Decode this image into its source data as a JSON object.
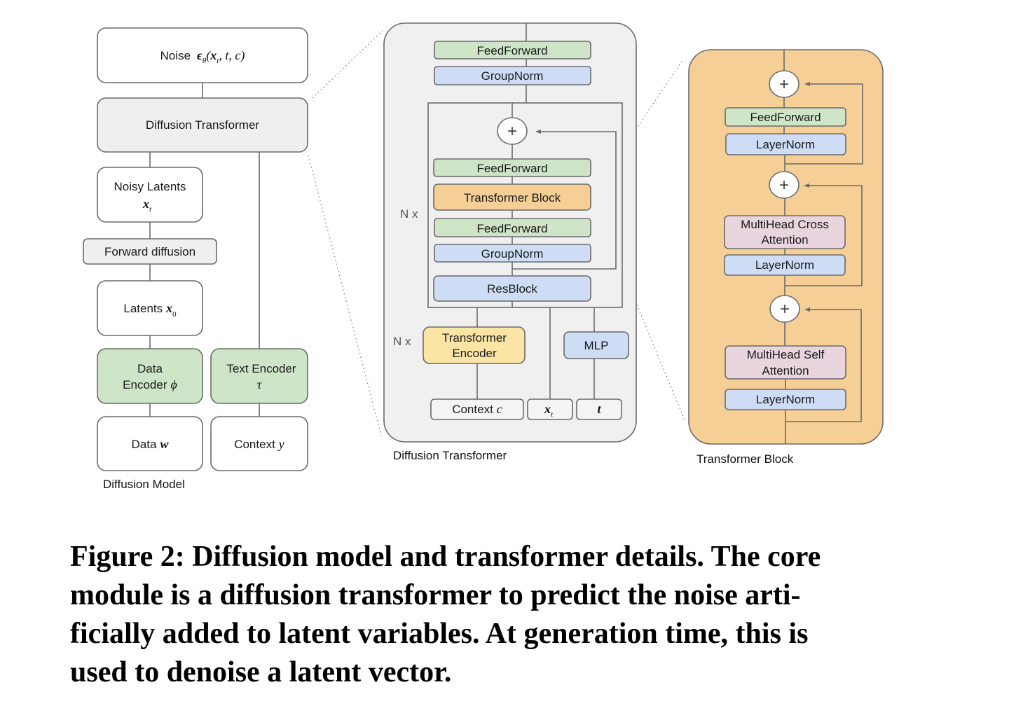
{
  "colors": {
    "white_box": "#ffffff",
    "gray_box": "#efefef",
    "green_box": "#cfe5c8",
    "blue_box": "#cedcf6",
    "orange_box": "#f5cf96",
    "yellow_box": "#fbe5a5",
    "pink_box": "#e8d5de",
    "panel_gray": "#f0f0f0",
    "panel_orange": "#f5cf96",
    "line": "#6b6b6b"
  },
  "diffusion_model": {
    "caption": "Diffusion Model",
    "noise_label": "Noise",
    "noise_symbol": "ϵ",
    "noise_sub": "θ",
    "noise_args_open": "(",
    "noise_x": "x",
    "noise_x_sub": "t",
    "noise_args_rest": ", t, c)",
    "diffusion_transformer": "Diffusion Transformer",
    "noisy_latents": "Noisy Latents",
    "noisy_latents_var": "x",
    "noisy_latents_sub": "t",
    "forward_diffusion": "Forward diffusion",
    "latents": "Latents",
    "latents_var": "x",
    "latents_sub": "0",
    "data_encoder_line1": "Data",
    "data_encoder_line2": "Encoder",
    "data_encoder_var": "ϕ",
    "text_encoder": "Text Encoder",
    "text_encoder_var": "τ",
    "data": "Data",
    "data_var": "w",
    "context": "Context",
    "context_var": "y"
  },
  "diffusion_transformer": {
    "caption": "Diffusion Transformer",
    "top_feedforward": "FeedForward",
    "top_groupnorm": "GroupNorm",
    "plus": "+",
    "inner_feedforward_1": "FeedForward",
    "transformer_block": "Transformer Block",
    "inner_feedforward_2": "FeedForward",
    "inner_groupnorm": "GroupNorm",
    "resblock": "ResBlock",
    "repeat_1": "N x",
    "repeat_2": "N x",
    "transformer_encoder_line1": "Transformer",
    "transformer_encoder_line2": "Encoder",
    "mlp": "MLP",
    "context": "Context",
    "context_var": "c",
    "xt_var": "x",
    "xt_sub": "t",
    "t_var": "t"
  },
  "transformer_block": {
    "caption": "Transformer Block",
    "plus": "+",
    "feedforward": "FeedForward",
    "layernorm_1": "LayerNorm",
    "cross_attention_line1": "MultiHead Cross",
    "cross_attention_line2": "Attention",
    "layernorm_2": "LayerNorm",
    "self_attention_line1": "MultiHead Self",
    "self_attention_line2": "Attention",
    "layernorm_3": "LayerNorm"
  },
  "figure_caption": {
    "lines": [
      "Figure 2: Diffusion model and transformer details. The core",
      "module is a diffusion transformer to predict the noise arti-",
      "ficially added to latent variables. At generation time, this is",
      "used to denoise a latent vector."
    ]
  }
}
